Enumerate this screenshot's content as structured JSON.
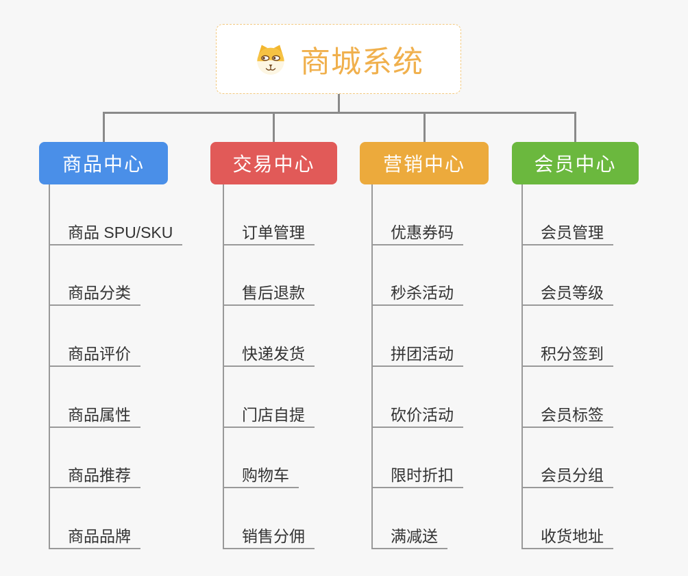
{
  "root": {
    "title": "商城系统",
    "icon": "dog-icon"
  },
  "branches": [
    {
      "label": "商品中心",
      "color": "#4a8fe8",
      "children": [
        "商品 SPU/SKU",
        "商品分类",
        "商品评价",
        "商品属性",
        "商品推荐",
        "商品品牌"
      ]
    },
    {
      "label": "交易中心",
      "color": "#e15a58",
      "children": [
        "订单管理",
        "售后退款",
        "快递发货",
        "门店自提",
        "购物车",
        "销售分佣"
      ]
    },
    {
      "label": "营销中心",
      "color": "#ecaa3c",
      "children": [
        "优惠券码",
        "秒杀活动",
        "拼团活动",
        "砍价活动",
        "限时折扣",
        "满减送"
      ]
    },
    {
      "label": "会员中心",
      "color": "#6bb83e",
      "children": [
        "会员管理",
        "会员等级",
        "积分签到",
        "会员标签",
        "会员分组",
        "收货地址"
      ]
    }
  ],
  "colors": {
    "background": "#f7f7f7",
    "connector": "#8a8a8a",
    "branch_line": "#999999",
    "item_text": "#333333",
    "title_text": "#f0b04d",
    "title_border": "#f3c87d",
    "root_background": "#ffffff"
  }
}
